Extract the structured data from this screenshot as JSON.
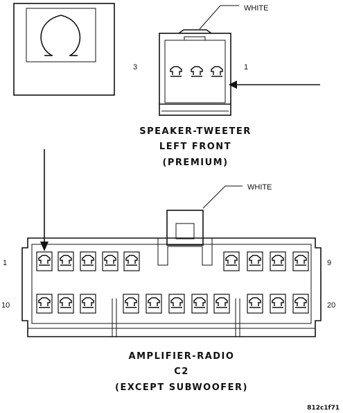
{
  "tweeter": {
    "color_label": "WHITE",
    "pin_left": "3",
    "pin_right": "1",
    "caption_line1": "SPEAKER-TWEETER",
    "caption_line2": "LEFT FRONT",
    "caption_line3": "(PREMIUM)"
  },
  "amplifier": {
    "color_label": "WHITE",
    "pin_top_left": "1",
    "pin_top_right": "9",
    "pin_bottom_left": "10",
    "pin_bottom_right": "20",
    "caption_line1": "AMPLIFIER-RADIO",
    "caption_line2": "C2",
    "caption_line3": "(EXCEPT SUBWOOFER)"
  },
  "figure_id": "812c1f71",
  "icons": {
    "top_left": "speaker-ring-icon"
  }
}
